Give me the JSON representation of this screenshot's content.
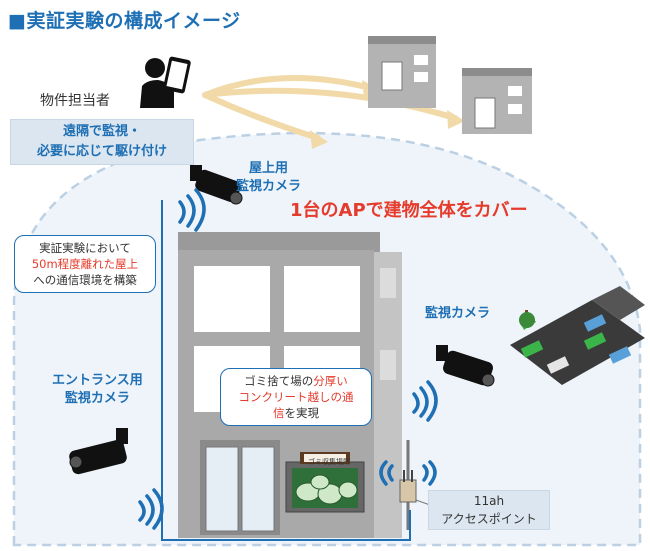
{
  "title": "■実証実験の構成イメージ",
  "manager": {
    "label": "物件担当者"
  },
  "remote_box": {
    "line1": "遠隔で監視・",
    "line2": "必要に応じて駆け付け"
  },
  "coverage_text": "1台のAPで建物全体をカバー",
  "cameras": {
    "roof": {
      "line1": "屋上用",
      "line2": "監視カメラ"
    },
    "monitor": {
      "line1": "監視カメラ"
    },
    "entrance": {
      "line1": "エントランス用",
      "line2": "監視カメラ"
    }
  },
  "bubble1": {
    "line1": "実証実験において",
    "line2_red": "50m程度離れた屋上",
    "line3": "への通信環境を構築"
  },
  "bubble2": {
    "line1_a": "ゴミ捨て場の",
    "line1_red": "分厚い",
    "line2_red": "コンクリート越しの通",
    "line3_red": "信",
    "line3_b": "を実現"
  },
  "ap": {
    "line1": "11ah",
    "line2": "アクセスポイント"
  },
  "sign": {
    "text": "ゴミ収集場所"
  },
  "colors": {
    "accent": "#1e6fb4",
    "highlight": "#e53b2c",
    "building": "#b3b3b3",
    "arrow": "#f1d9a8",
    "box_bg": "#dce6f0",
    "signal": "#1e6fb4"
  }
}
